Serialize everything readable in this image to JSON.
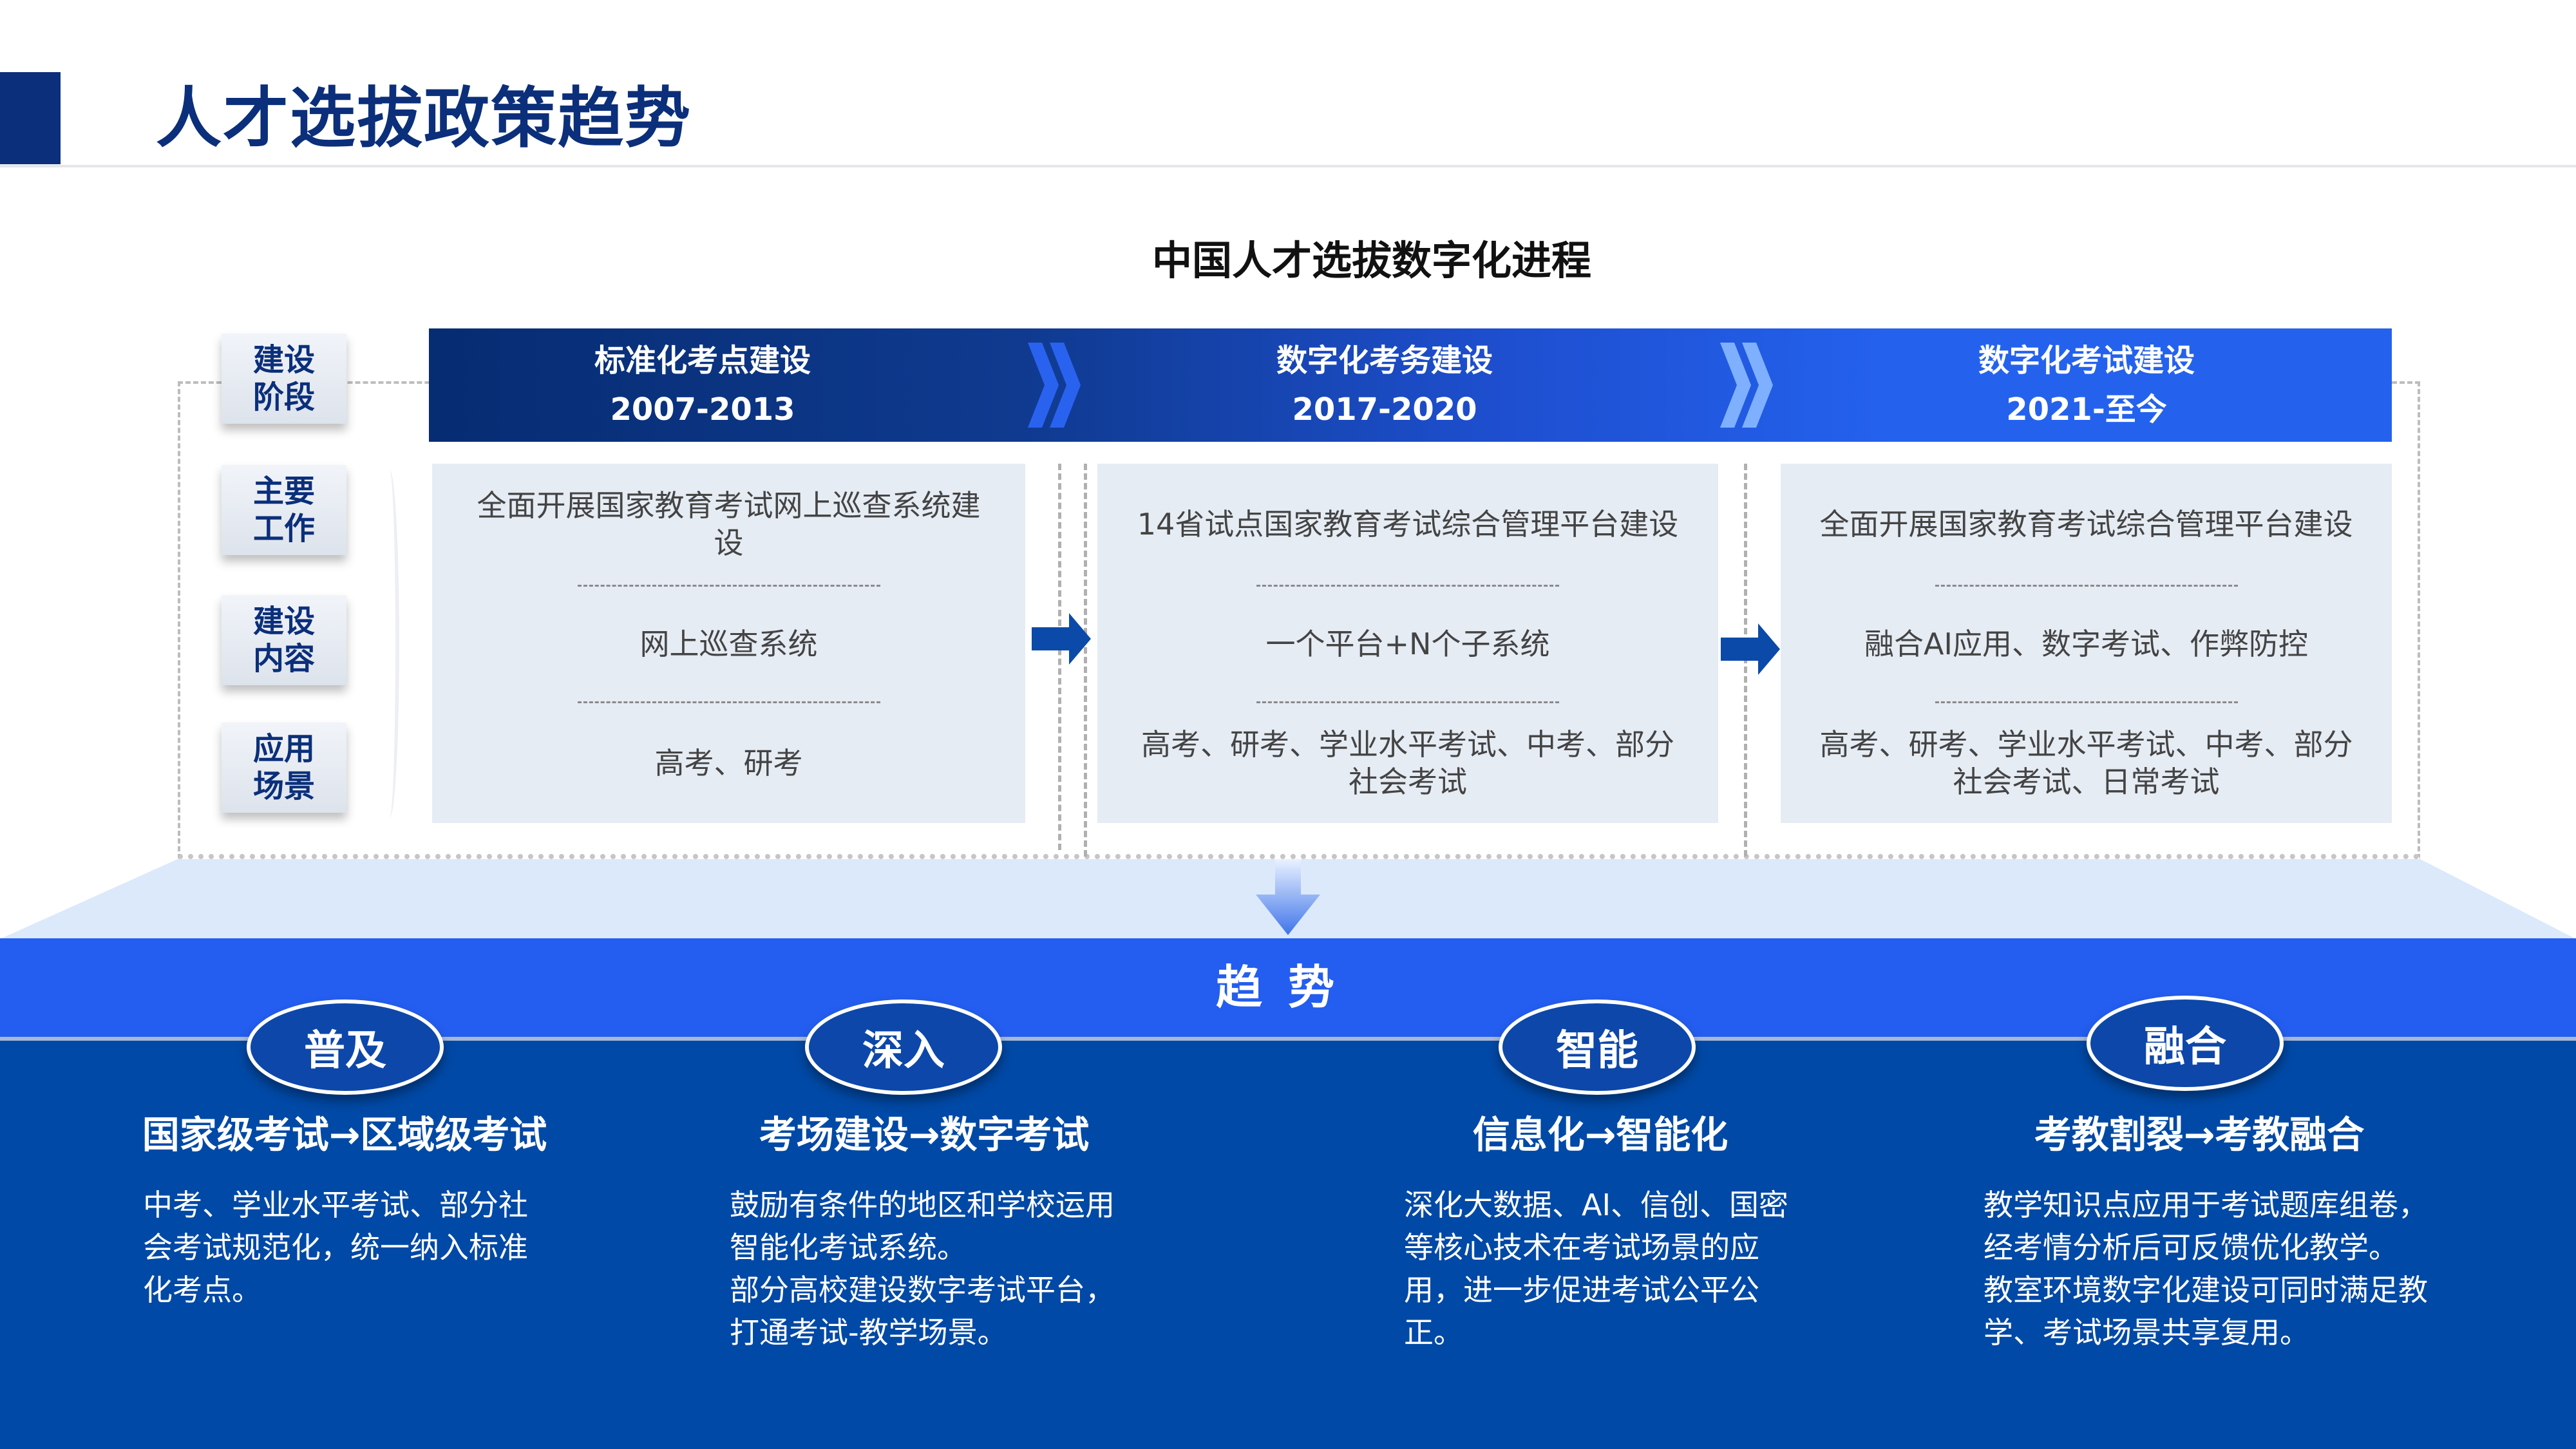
{
  "header": {
    "title": "人才选拔政策趋势"
  },
  "section": {
    "title": "中国人才选拔数字化进程"
  },
  "row_labels": [
    {
      "line1": "建设",
      "line2": "阶段"
    },
    {
      "line1": "主要",
      "line2": "工作"
    },
    {
      "line1": "建设",
      "line2": "内容"
    },
    {
      "line1": "应用",
      "line2": "场景"
    }
  ],
  "stages": [
    {
      "name": "标准化考点建设",
      "years": "2007-2013",
      "main_work": "全面开展国家教育考试网上巡查系统建设",
      "content": "网上巡查系统",
      "scenarios": "高考、研考"
    },
    {
      "name": "数字化考务建设",
      "years": "2017-2020",
      "main_work": "14省试点国家教育考试综合管理平台建设",
      "content": "一个平台+N个子系统",
      "scenarios": "高考、研考、学业水平考试、中考、部分社会考试"
    },
    {
      "name": "数字化考试建设",
      "years": "2021-至今",
      "main_work": "全面开展国家教育考试综合管理平台建设",
      "content": "融合AI应用、数字考试、作弊防控",
      "scenarios": "高考、研考、学业水平考试、中考、部分社会考试、日常考试"
    }
  ],
  "trend": {
    "title": "趋势",
    "items": [
      {
        "tag": "普及",
        "heading": "国家级考试→区域级考试",
        "body": "中考、学业水平考试、部分社会考试规范化，统一纳入标准化考点。"
      },
      {
        "tag": "深入",
        "heading": "考场建设→数字考试",
        "body": "鼓励有条件的地区和学校运用智能化考试系统。\n部分高校建设数字考试平台，打通考试-教学场景。"
      },
      {
        "tag": "智能",
        "heading": "信息化→智能化",
        "body": "深化大数据、AI、信创、国密等核心技术在考试场景的应用，进一步促进考试公平公正。"
      },
      {
        "tag": "融合",
        "heading": "考教割裂→考教融合",
        "body": "教学知识点应用于考试题库组卷，经考情分析后可反馈优化教学。\n教室环境数字化建设可同时满足教学、考试场景共享复用。"
      }
    ]
  },
  "colors": {
    "brand_dark": "#0b2f7a",
    "band_blue": "#245ef0",
    "bottom_blue": "#0049a6",
    "content_bg": "#e6ecf4",
    "chevron_1": "#2a62f0",
    "chevron_2": "#7fb0ff"
  }
}
